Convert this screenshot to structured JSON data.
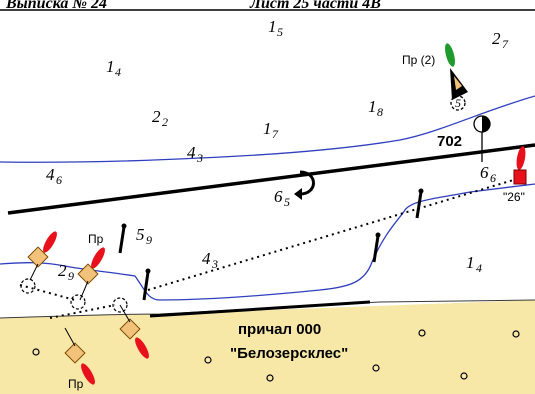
{
  "header": {
    "left": "Выписка № 24",
    "right": "Лист 25 части 4В"
  },
  "soundings": [
    {
      "int": "1",
      "sub": "5"
    },
    {
      "int": "2",
      "sub": "7"
    },
    {
      "int": "1",
      "sub": "4"
    },
    {
      "int": "2",
      "sub": "2"
    },
    {
      "int": "1",
      "sub": "8"
    },
    {
      "int": "1",
      "sub": "7"
    },
    {
      "int": "4",
      "sub": "3"
    },
    {
      "int": "4",
      "sub": "6"
    },
    {
      "int": "6",
      "sub": "5"
    },
    {
      "int": "6",
      "sub": "6"
    },
    {
      "int": "5",
      "sub": "9"
    },
    {
      "int": "2",
      "sub": "9"
    },
    {
      "int": "4",
      "sub": "3"
    },
    {
      "int": "1",
      "sub": "4"
    }
  ],
  "labels": {
    "buoy_top": "Пр (2)",
    "km_marker": "702",
    "buoy_right": "\"26\"",
    "buoy_left_top": "Пр",
    "buoy_left_bottom": "Пр",
    "pier_name": "причал 000",
    "pier_owner": "\"Белозерсклес\""
  },
  "colors": {
    "water": "#ffffff",
    "shore": "#f7e8a8",
    "depth_contour": "#2f3fbf",
    "fairway": "#000000",
    "buoy_red": "#e8101a",
    "buoy_green": "#1f9a2c",
    "buoy_body": "#f2c27a"
  },
  "icons": [
    "turning-area-arrow-icon",
    "lateral-buoy-icon",
    "cardinal-buoy-icon",
    "km-sign-icon",
    "leading-line-icon"
  ]
}
